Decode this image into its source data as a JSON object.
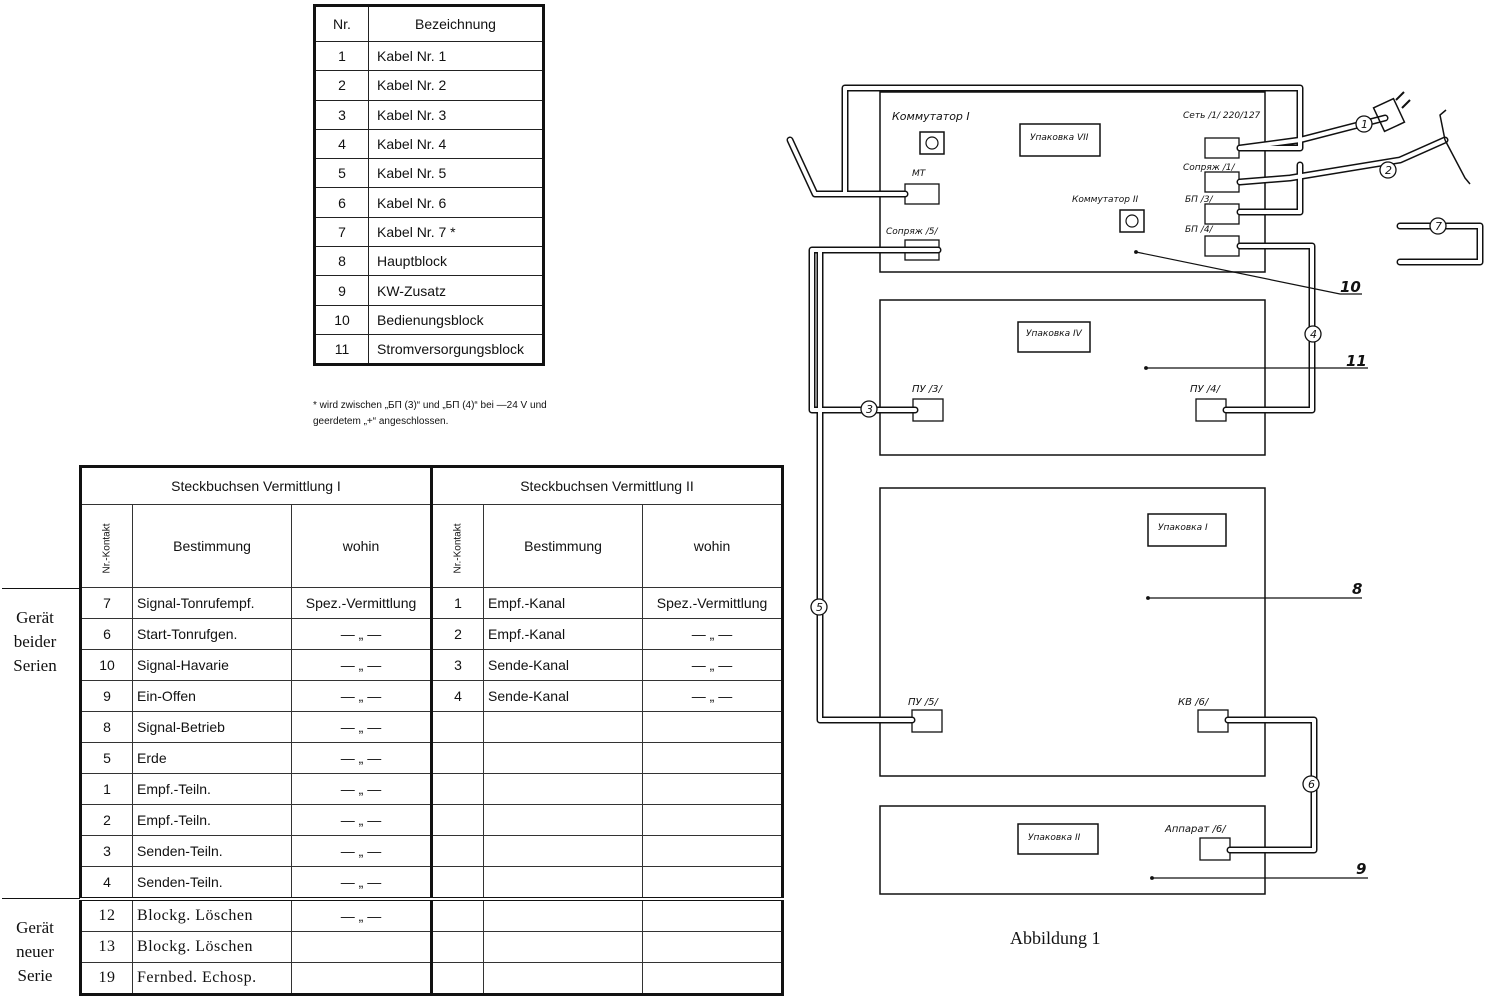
{
  "parts_table": {
    "header": {
      "nr": "Nr.",
      "name": "Bezeichnung"
    },
    "rows": [
      {
        "nr": "1",
        "name": "Kabel Nr. 1"
      },
      {
        "nr": "2",
        "name": "Kabel Nr. 2"
      },
      {
        "nr": "3",
        "name": "Kabel Nr. 3"
      },
      {
        "nr": "4",
        "name": "Kabel Nr. 4"
      },
      {
        "nr": "5",
        "name": "Kabel Nr. 5"
      },
      {
        "nr": "6",
        "name": "Kabel Nr. 6"
      },
      {
        "nr": "7",
        "name": "Kabel Nr. 7 *"
      },
      {
        "nr": "8",
        "name": "Hauptblock"
      },
      {
        "nr": "9",
        "name": "KW-Zusatz"
      },
      {
        "nr": "10",
        "name": "Bedienungsblock"
      },
      {
        "nr": "11",
        "name": "Stromversorgungsblock"
      }
    ],
    "footnote": "* wird zwischen „БП (3)“ und „БП (4)“ bei —24 V und geerdetem „+“ angeschlossen."
  },
  "contacts_table": {
    "group1": "Steckbuchsen   Vermittlung I",
    "group2": "Steckbuchsen   Vermittlung II",
    "col_nr": "Nr.-Kontakt",
    "col_best": "Bestimmung",
    "col_wohin": "wohin",
    "side_labels": [
      "Gerät beider Serien",
      "Gerät neuer Serie"
    ],
    "rows_old": [
      {
        "nr1": "7",
        "best1": "Signal-Tonrufempf.",
        "wohin1": "Spez.-Vermittlung",
        "nr2": "1",
        "best2": "Empf.-Kanal",
        "wohin2": "Spez.-Vermittlung"
      },
      {
        "nr1": "6",
        "best1": "Start-Tonrufgen.",
        "wohin1": "— „ —",
        "nr2": "2",
        "best2": "Empf.-Kanal",
        "wohin2": "— „ —"
      },
      {
        "nr1": "10",
        "best1": "Signal-Havarie",
        "wohin1": "— „ —",
        "nr2": "3",
        "best2": "Sende-Kanal",
        "wohin2": "— „ —"
      },
      {
        "nr1": "9",
        "best1": "Ein-Offen",
        "wohin1": "— „ —",
        "nr2": "4",
        "best2": "Sende-Kanal",
        "wohin2": "— „ —"
      },
      {
        "nr1": "8",
        "best1": "Signal-Betrieb",
        "wohin1": "— „ —",
        "nr2": "",
        "best2": "",
        "wohin2": ""
      },
      {
        "nr1": "5",
        "best1": "Erde",
        "wohin1": "— „ —",
        "nr2": "",
        "best2": "",
        "wohin2": ""
      },
      {
        "nr1": "1",
        "best1": "Empf.-Teiln.",
        "wohin1": "— „ —",
        "nr2": "",
        "best2": "",
        "wohin2": ""
      },
      {
        "nr1": "2",
        "best1": "Empf.-Teiln.",
        "wohin1": "— „ —",
        "nr2": "",
        "best2": "",
        "wohin2": ""
      },
      {
        "nr1": "3",
        "best1": "Senden-Teiln.",
        "wohin1": "— „ —",
        "nr2": "",
        "best2": "",
        "wohin2": ""
      },
      {
        "nr1": "4",
        "best1": "Senden-Teiln.",
        "wohin1": "— „ —",
        "nr2": "",
        "best2": "",
        "wohin2": ""
      }
    ],
    "rows_new": [
      {
        "nr1": "12",
        "best1": "Blockg. Löschen",
        "wohin1": "— „ —"
      },
      {
        "nr1": "13",
        "best1": "Blockg. Löschen",
        "wohin1": ""
      },
      {
        "nr1": "19",
        "best1": "Fernbed. Echosp.",
        "wohin1": ""
      }
    ]
  },
  "diagram": {
    "caption": "Abbildung 1",
    "labels": {
      "kommutator1": "Коммутатор I",
      "kommutator2": "Коммутатор II",
      "upakovka7": "Упаковка VII",
      "set": "Сеть /1/ 220/127",
      "soprj": "Сопряж /1/",
      "bp3": "БП /3/",
      "bp4": "БП /4/",
      "mt": "МТ",
      "soprj5": "Сопряж /5/",
      "upakovka4": "Упаковка IV",
      "pu3": "ПУ /3/",
      "pu4": "ПУ /4/",
      "upakovka1": "Упаковка I",
      "pu5": "ПУ /5/",
      "kv6": "КВ /6/",
      "upakovka2": "Упаковка II",
      "apparat6": "Аппарат /6/"
    },
    "block_numbers": [
      "10",
      "11",
      "8",
      "9"
    ],
    "cable_numbers": [
      "1",
      "2",
      "3",
      "4",
      "5",
      "6",
      "7"
    ]
  }
}
